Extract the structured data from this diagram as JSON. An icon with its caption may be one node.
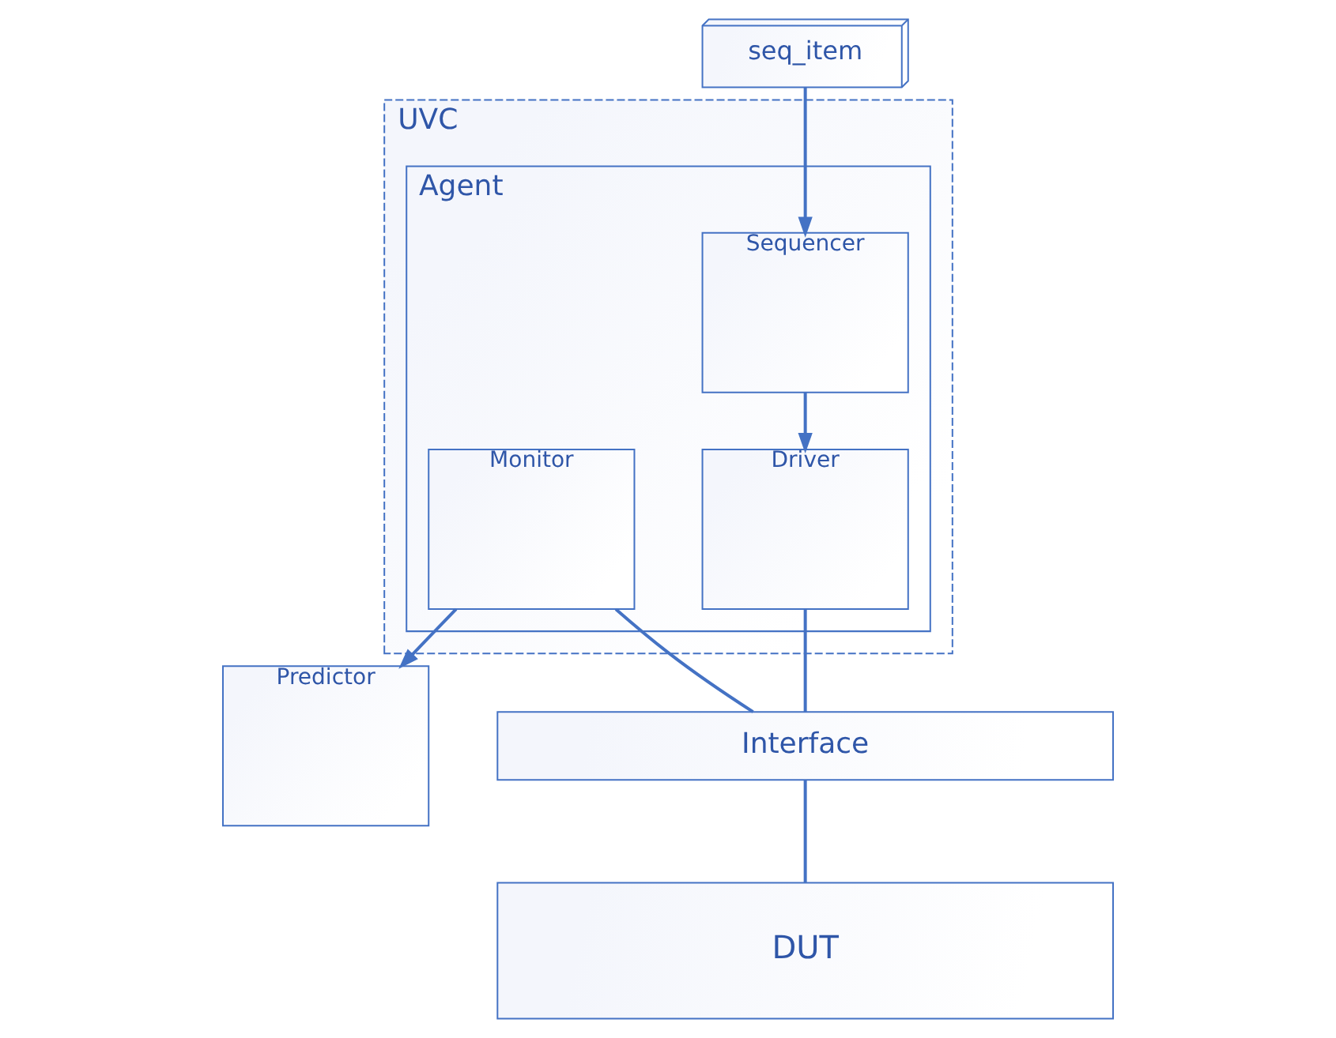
{
  "diagram": {
    "nodes": [
      {
        "text": [
          "UVC"
        ]
      },
      {
        "text": [
          "Agent"
        ],
        "in": 0
      },
      {
        "text": [
          "Sequencer"
        ],
        "in": 1
      },
      {
        "text": [
          "Monitor"
        ],
        "in": 1
      },
      {
        "text": [
          "Driver"
        ],
        "in": 1
      },
      {
        "text": [
          "seq_item"
        ]
      },
      {
        "text": [
          "Predictor"
        ]
      },
      {
        "text": [
          "Interface"
        ]
      },
      {
        "text": [
          "DUT"
        ]
      }
    ],
    "edges": [
      {
        "from": 5,
        "to": 2,
        "arrow": "to"
      },
      {
        "from": 2,
        "to": 4,
        "arrow": "to"
      },
      {
        "from": 3,
        "to": 6,
        "arrow": "to"
      },
      {
        "from": 3,
        "to": 7,
        "arrow": "none"
      },
      {
        "from": 4,
        "to": 7,
        "arrow": "none"
      },
      {
        "from": 7,
        "to": 8,
        "arrow": "none"
      }
    ]
  }
}
